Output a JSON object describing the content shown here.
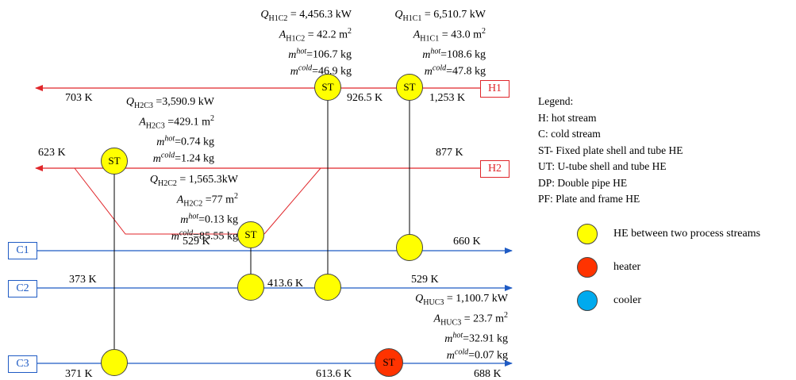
{
  "streams": {
    "H1": {
      "label": "H1",
      "inlet": "1,253 K",
      "outlet": "703 K",
      "intermediate": "926.5 K"
    },
    "H2": {
      "label": "H2",
      "inlet": "877 K",
      "outlet": "623 K"
    },
    "C1": {
      "label": "C1",
      "inlet": "529 K",
      "outlet": "660 K"
    },
    "C2": {
      "label": "C2",
      "inlet": "373 K",
      "intermediate": "413.6 K",
      "intermediate2": "529 K"
    },
    "C3": {
      "label": "C3",
      "inlet": "371 K",
      "intermediate": "613.6 K",
      "outlet": "688 K"
    }
  },
  "exchangers": {
    "H1C1": {
      "type": "ST",
      "Q": "6,510.7 kW",
      "A": "43.0",
      "m_hot": "=108.6 kg",
      "m_cold": "=47.8 kg"
    },
    "H1C2": {
      "type": "ST",
      "Q": "4,456.3 kW",
      "A": "42.2",
      "m_hot": "=106.7 kg",
      "m_cold": "=46.9 kg"
    },
    "H2C3": {
      "type": "ST",
      "Q": "=3,590.9 kW",
      "A": "=429.1",
      "m_hot": "=0.74 kg",
      "m_cold": "=1.24 kg"
    },
    "H2C2": {
      "type": "ST",
      "Q": "1,565.3kW",
      "A": "=77",
      "m_hot": "=0.13 kg",
      "m_cold": "=85.55 kg"
    },
    "HUC3": {
      "type": "ST",
      "Q": "1,100.7 kW",
      "A": "23.7",
      "m_hot": "=32.91 kg",
      "m_cold": "=0.07 kg"
    }
  },
  "legend": {
    "title": "Legend:",
    "items": [
      "H: hot stream",
      "C: cold stream",
      "ST- Fixed plate shell and tube HE",
      "UT: U-tube shell and tube HE",
      "DP: Double pipe HE",
      "PF: Plate and frame HE"
    ],
    "symbols": [
      {
        "label": "HE between two process streams",
        "color": "#ffff00"
      },
      {
        "label": "heater",
        "color": "#ff3300"
      },
      {
        "label": "cooler",
        "color": "#00aaee"
      }
    ]
  },
  "colors": {
    "hot": "#e0262a",
    "cold": "#1f5bc4",
    "exchanger": "#ffff00",
    "heater": "#ff3300",
    "cooler": "#00aaee"
  }
}
